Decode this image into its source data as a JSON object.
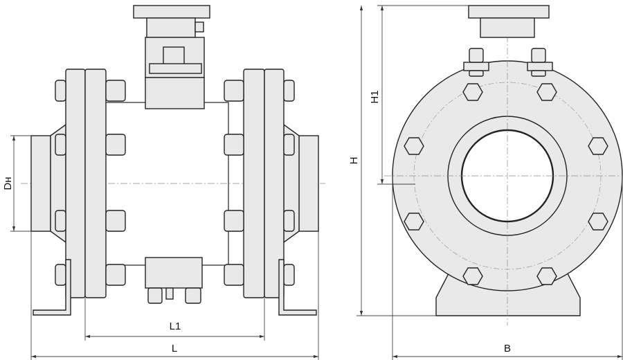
{
  "dimension_labels": {
    "dn": "Dн",
    "l1": "L1",
    "l": "L",
    "h1": "H1",
    "h": "H",
    "b": "B"
  },
  "views": [
    "side-view",
    "end-view"
  ]
}
